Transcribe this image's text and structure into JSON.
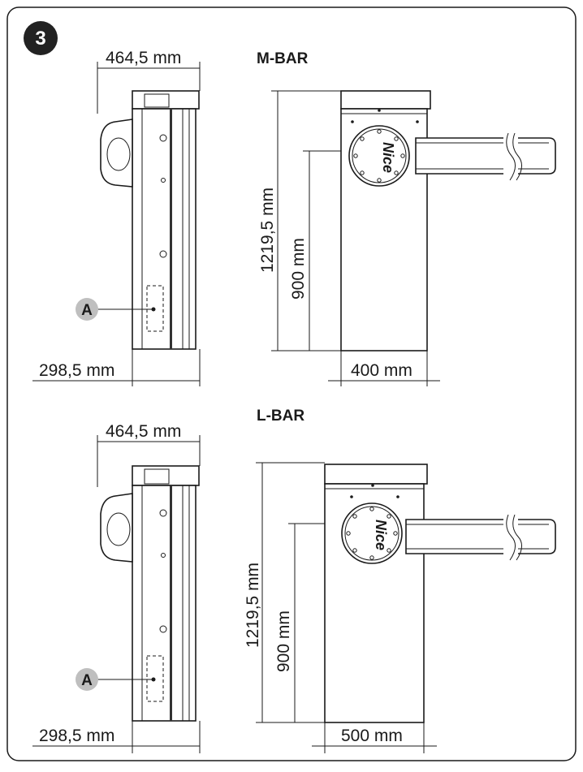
{
  "figure": {
    "number": "3",
    "callout_label": "A"
  },
  "m_bar": {
    "title": "M-BAR",
    "side_width": "464,5 mm",
    "side_depth": "298,5 mm",
    "height_total": "1219,5 mm",
    "height_axis": "900 mm",
    "front_width": "400 mm",
    "logo": "Nice"
  },
  "l_bar": {
    "title": "L-BAR",
    "side_width": "464,5 mm",
    "side_depth": "298,5 mm",
    "height_total": "1219,5 mm",
    "height_axis": "900 mm",
    "front_width": "500 mm",
    "logo": "Nice"
  }
}
